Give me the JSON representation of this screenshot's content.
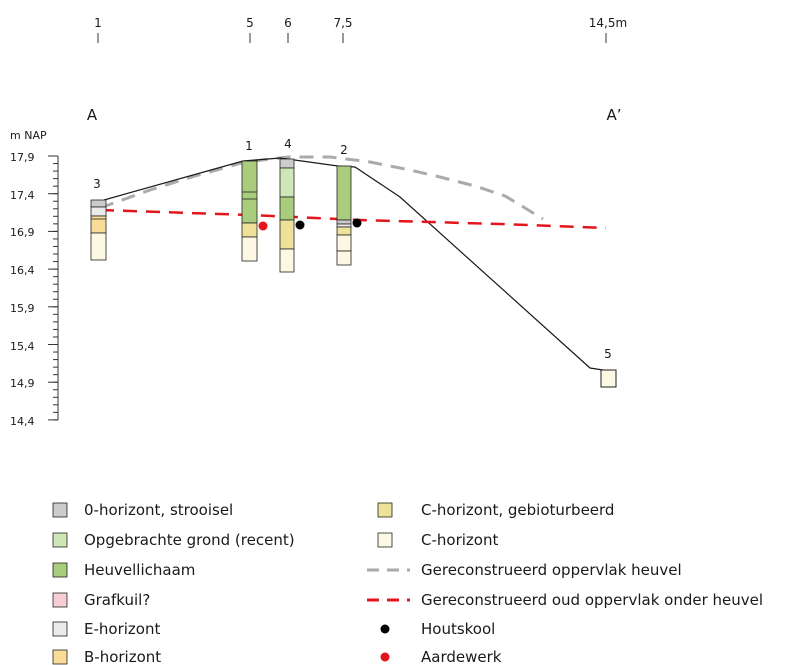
{
  "top_axis": {
    "ticks": [
      "1",
      "5",
      "6",
      "7,5",
      "14,5m"
    ]
  },
  "section": {
    "left_label": "A",
    "right_label": "A’"
  },
  "y_axis": {
    "unit_label": "m NAP",
    "ticks": [
      "17,9",
      "17,4",
      "16,9",
      "16,4",
      "15,9",
      "15,4",
      "14,9",
      "14,4"
    ]
  },
  "columns": [
    "3",
    "1",
    "4",
    "2",
    "5"
  ],
  "legend": [
    {
      "key": "o_horizon",
      "label": "0-horizont, strooisel",
      "kind": "box",
      "color": "#cccccc"
    },
    {
      "key": "applied_soil",
      "label": "Opgebrachte grond (recent)",
      "kind": "box",
      "color": "#cfe6b8"
    },
    {
      "key": "mound_body",
      "label": "Heuvellichaam",
      "kind": "box",
      "color": "#a9cd7c"
    },
    {
      "key": "grave_pit",
      "label": "Grafkuil?",
      "kind": "box",
      "color": "#f7cfd2"
    },
    {
      "key": "e_horizon",
      "label": "E-horizont",
      "kind": "box",
      "color": "#ebebeb"
    },
    {
      "key": "b_horizon",
      "label": "B-horizont",
      "kind": "box",
      "color": "#f8dc98"
    },
    {
      "key": "c_bioturbated",
      "label": "C-horizont, gebioturbeerd",
      "kind": "box",
      "color": "#eee29a"
    },
    {
      "key": "c_horizon",
      "label": "C-horizont",
      "kind": "box",
      "color": "#fcf8e4"
    },
    {
      "key": "reconstructed_surface",
      "label": "Gereconstrueerd oppervlak heuvel",
      "kind": "dash",
      "color": "#aaaaaa"
    },
    {
      "key": "old_surface",
      "label": "Gereconstrueerd oud oppervlak onder heuvel",
      "kind": "dash",
      "color": "#e3141c"
    },
    {
      "key": "charcoal",
      "label": "Houtskool",
      "kind": "dot",
      "color": "#000000"
    },
    {
      "key": "pottery",
      "label": "Aardewerk",
      "kind": "dot",
      "color": "#e3141c"
    }
  ]
}
